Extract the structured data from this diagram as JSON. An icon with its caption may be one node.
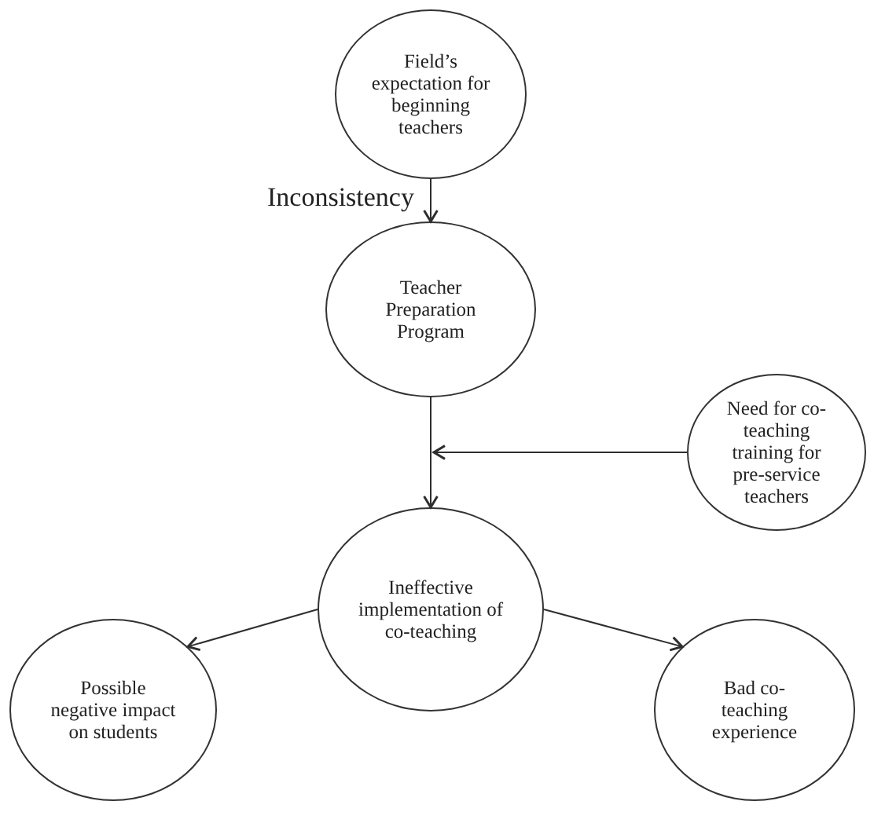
{
  "diagram": {
    "nodes": [
      {
        "text": [
          "Field’s expectation for beginning teachers"
        ]
      },
      {
        "text": [
          "Teacher Preparation Program"
        ]
      },
      {
        "text": [
          "Need for co-teaching training for pre-service teachers"
        ]
      },
      {
        "text": [
          "Ineffective implementation of co-teaching"
        ]
      },
      {
        "text": [
          "Possible negative impact on students"
        ]
      },
      {
        "text": [
          "Bad co-teaching experience"
        ]
      }
    ],
    "edges": [
      {
        "from": 0,
        "to": 1,
        "arrow": "to",
        "label": "Inconsistency"
      },
      {
        "from": 1,
        "to": 3,
        "arrow": "to"
      },
      {
        "from": 2,
        "to": null,
        "arrow": "to"
      },
      {
        "from": 3,
        "to": 4,
        "arrow": "to"
      },
      {
        "from": 3,
        "to": 5,
        "arrow": "to"
      }
    ]
  }
}
